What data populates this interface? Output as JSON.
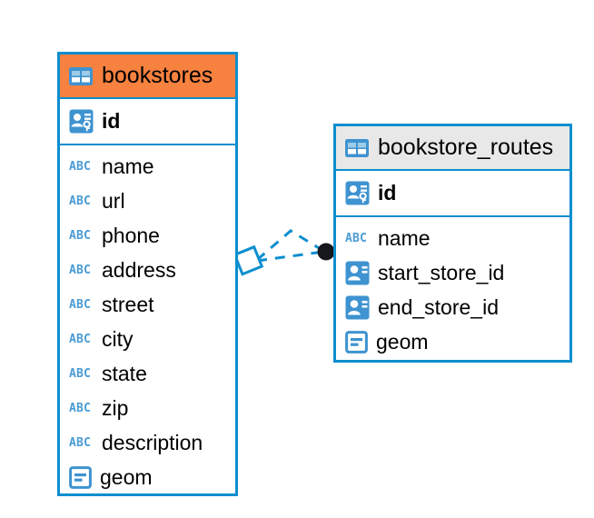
{
  "diagram": {
    "kind": "entity-relationship-diagram",
    "colors": {
      "border": "#0d8ecf",
      "header_accent_primary": "#f7813f",
      "header_accent_secondary": "#e8e8e8",
      "icon_blue": "#3e93d0",
      "connector_line": "#0d8ecf",
      "connector_endpoint": "#111827",
      "text": "#000000",
      "background": "#ffffff"
    },
    "entities": [
      {
        "name": "bookstores",
        "header_style": "accent-orange",
        "table_icon": "table-icon",
        "primary_key": {
          "name": "id",
          "icon": "primary-key-icon"
        },
        "fields": [
          {
            "name": "name",
            "icon": "text-type-icon"
          },
          {
            "name": "url",
            "icon": "text-type-icon"
          },
          {
            "name": "phone",
            "icon": "text-type-icon"
          },
          {
            "name": "address",
            "icon": "text-type-icon"
          },
          {
            "name": "street",
            "icon": "text-type-icon"
          },
          {
            "name": "city",
            "icon": "text-type-icon"
          },
          {
            "name": "state",
            "icon": "text-type-icon"
          },
          {
            "name": "zip",
            "icon": "text-type-icon"
          },
          {
            "name": "description",
            "icon": "text-type-icon"
          },
          {
            "name": "geom",
            "icon": "geometry-type-icon"
          }
        ]
      },
      {
        "name": "bookstore_routes",
        "header_style": "accent-gray",
        "table_icon": "table-icon",
        "primary_key": {
          "name": "id",
          "icon": "primary-key-icon"
        },
        "fields": [
          {
            "name": "name",
            "icon": "text-type-icon"
          },
          {
            "name": "start_store_id",
            "icon": "foreign-key-icon"
          },
          {
            "name": "end_store_id",
            "icon": "foreign-key-icon"
          },
          {
            "name": "geom",
            "icon": "geometry-type-icon"
          }
        ]
      }
    ],
    "relationship": {
      "from_entity": "bookstores",
      "to_entity": "bookstore_routes",
      "line_style": "dashed",
      "source_marker": "diamond-marker",
      "target_marker": "filled-circle-marker"
    }
  }
}
